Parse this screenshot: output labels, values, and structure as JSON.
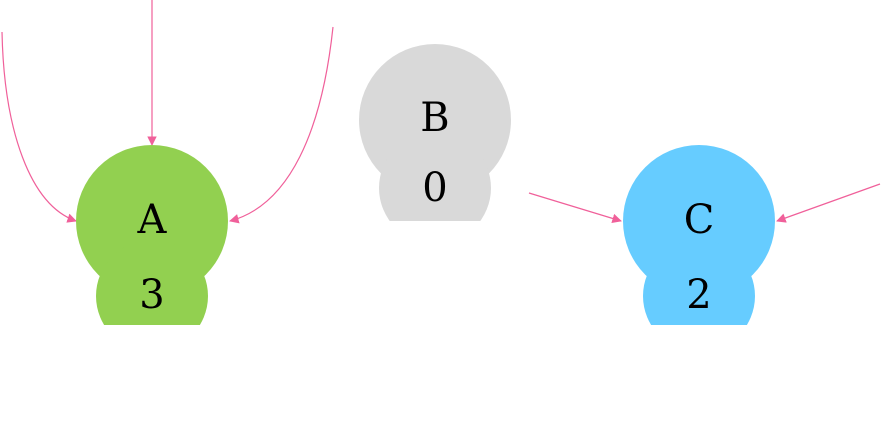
{
  "colors": {
    "edge": "#f0609a",
    "node_a": "#92d050",
    "node_b": "#d9d9d9",
    "node_c": "#66ccff"
  },
  "nodes": [
    {
      "label": "A",
      "count": "3",
      "color": "#92d050"
    },
    {
      "label": "B",
      "count": "0",
      "color": "#d9d9d9"
    },
    {
      "label": "C",
      "count": "2",
      "color": "#66ccff"
    }
  ],
  "edges": [
    {
      "target": "A"
    },
    {
      "target": "A"
    },
    {
      "target": "A"
    },
    {
      "target": "C"
    },
    {
      "target": "C"
    }
  ]
}
